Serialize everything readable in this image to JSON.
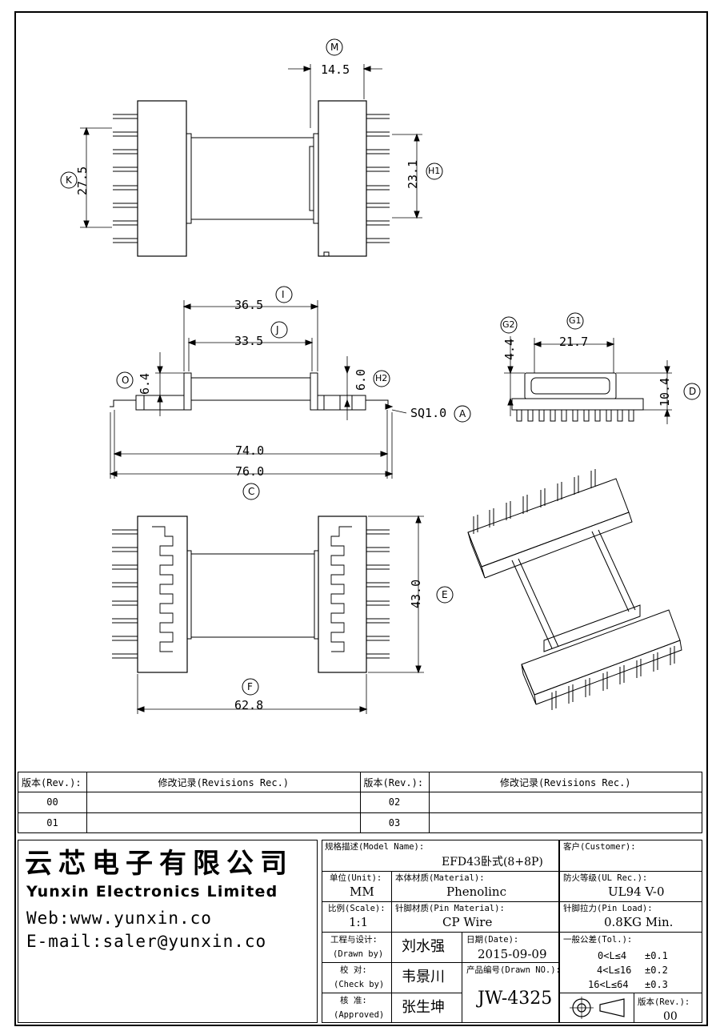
{
  "dimensions": {
    "M": {
      "label": "M",
      "value": "14.5"
    },
    "K": {
      "label": "K",
      "value": "27.5"
    },
    "H1": {
      "label": "H1",
      "value": "23.1"
    },
    "I": {
      "label": "I",
      "value": "36.5"
    },
    "J": {
      "label": "J",
      "value": "33.5"
    },
    "O": {
      "label": "O",
      "value": "6.4"
    },
    "H2": {
      "label": "H2",
      "value": "6.0"
    },
    "A": {
      "label": "A",
      "value": "SQ1.0"
    },
    "B": {
      "value": "74.0"
    },
    "C": {
      "label": "C",
      "value": "76.0"
    },
    "G2": {
      "label": "G2",
      "value": "4.4"
    },
    "G1": {
      "label": "G1",
      "value": "21.7"
    },
    "D": {
      "label": "D",
      "value": "10.4"
    },
    "E": {
      "label": "E",
      "value": "43.0"
    },
    "F": {
      "label": "F",
      "value": "62.8"
    }
  },
  "revisions": {
    "header_rev": "版本(Rev.):",
    "header_rec": "修改记录(Revisions Rec.)",
    "rows": [
      {
        "left_rev": "00",
        "left_rec": "",
        "right_rev": "02",
        "right_rec": ""
      },
      {
        "left_rev": "01",
        "left_rec": "",
        "right_rev": "03",
        "right_rec": ""
      }
    ]
  },
  "company": {
    "name_cn": "云芯电子有限公司",
    "name_en": "Yunxin Electronics Limited",
    "web": "Web:www.yunxin.co",
    "email": "E-mail:saler@yunxin.co"
  },
  "title_block": {
    "model_label": "规格描述(Model Name):",
    "model_value": "EFD43卧式(8+8P)",
    "customer_label": "客户(Customer):",
    "customer_value": "",
    "unit_label": "单位(Unit):",
    "unit_value": "MM",
    "material_label": "本体材质(Material):",
    "material_value": "Phenolinc",
    "ul_label": "防火等级(UL Rec.):",
    "ul_value": "UL94 V-0",
    "scale_label": "比例(Scale):",
    "scale_value": "1:1",
    "pin_material_label": "针脚材质(Pin Material):",
    "pin_material_value": "CP Wire",
    "pin_load_label": "针脚拉力(Pin Load):",
    "pin_load_value": "0.8KG Min.",
    "drawn_label_cn": "工程与设计:",
    "drawn_label_en": "(Drawn by)",
    "drawn_value": "刘水强",
    "date_label": "日期(Date):",
    "date_value": "2015-09-09",
    "check_label_cn": "校 对:",
    "check_label_en": "(Check by)",
    "check_value": "韦景川",
    "drawn_no_label": "产品编号(Drawn NO.):",
    "drawn_no_value": "JW-4325",
    "approved_label_cn": "核 准:",
    "approved_label_en": "(Approved)",
    "approved_value": "张生坤",
    "tol_label": "一般公差(Tol.):",
    "tol_rows": [
      {
        "range": "0<L≤4",
        "value": "±0.1"
      },
      {
        "range": "4<L≤16",
        "value": "±0.2"
      },
      {
        "range": "16<L≤64",
        "value": "±0.3"
      }
    ],
    "rev_label": "版本(Rev.):",
    "rev_value": "00"
  }
}
